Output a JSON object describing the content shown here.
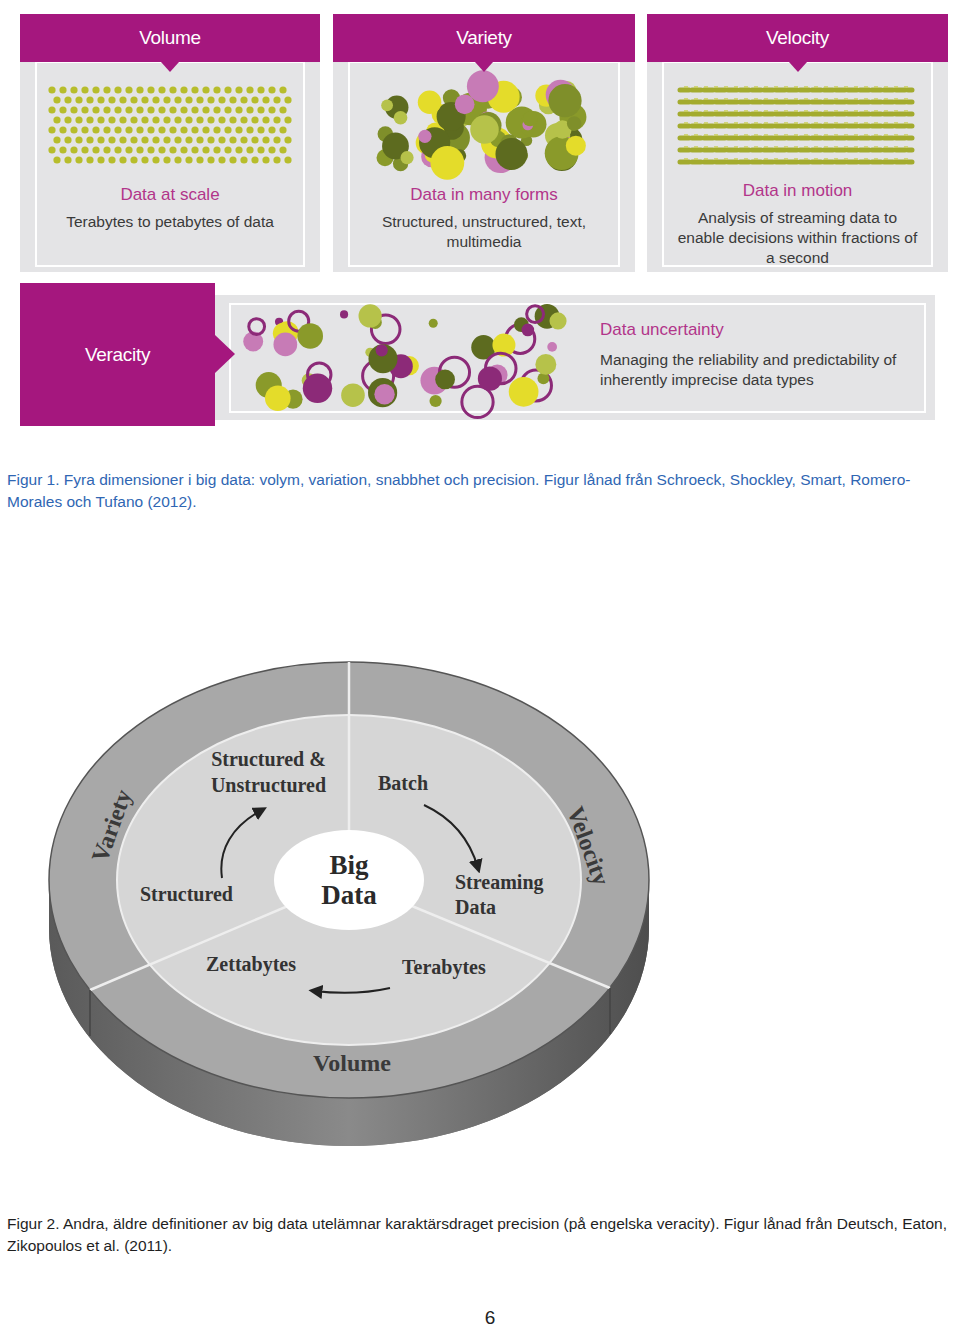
{
  "diagram": {
    "nodes": [
      {
        "text": [
          "Volume",
          "Data at scale",
          "Terabytes to petabytes of data"
        ]
      },
      {
        "text": [
          "Variety",
          "Data in many forms",
          "Structured, unstructured, text, multimedia"
        ]
      },
      {
        "text": [
          "Velocity",
          "Data in motion",
          "Analysis of streaming data to enable decisions within fractions of a second"
        ]
      },
      {
        "text": [
          "Veracity"
        ]
      },
      {
        "text": [
          "Data uncertainty",
          "Managing the reliability and predictability of inherently imprecise data types"
        ]
      },
      {
        "text": [
          "Big Data"
        ]
      }
    ],
    "labels": [
      "Figur 1. Fyra dimensioner i big data: volym, variation, snabbhet och precision. Figur lånad från Schroeck, Shockley, Smart, Romero-Morales och Tufano (2012).",
      "Variety",
      "Velocity",
      "Volume",
      "Structured & Unstructured",
      "Structured",
      "Batch",
      "Streaming Data",
      "Zettabytes",
      "Terabytes",
      "Figur 2. Andra, äldre definitioner av big data utelämnar karaktärsdraget precision (på engelska veracity). Figur lånad från Deutsch, Eaton, Zikopoulos et al. (2011).",
      "6"
    ]
  }
}
